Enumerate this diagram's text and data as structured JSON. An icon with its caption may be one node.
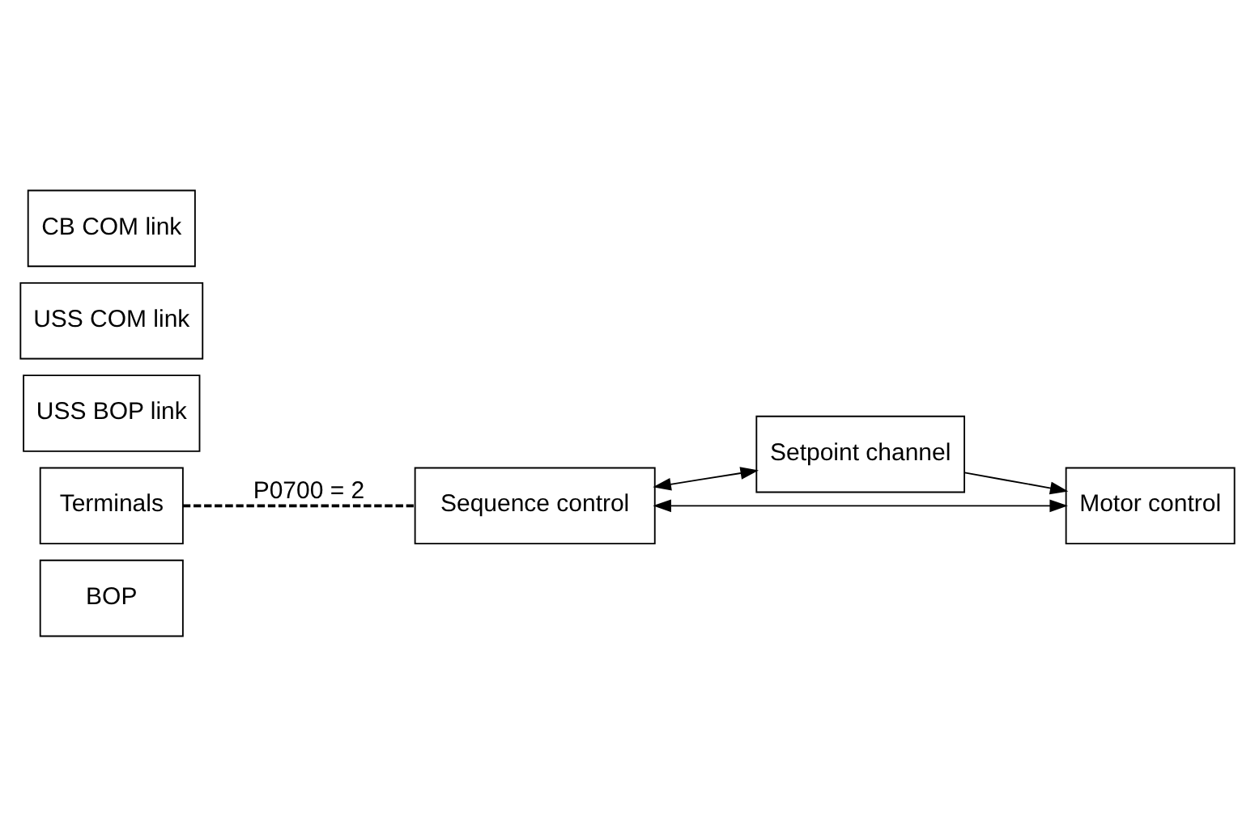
{
  "diagram": {
    "nodes": [
      {
        "text": [
          "BOP"
        ]
      },
      {
        "text": [
          "Terminals"
        ]
      },
      {
        "text": [
          "USS BOP link"
        ]
      },
      {
        "text": [
          "USS COM link"
        ]
      },
      {
        "text": [
          "CB COM link"
        ]
      },
      {
        "text": [
          "Sequence control"
        ]
      },
      {
        "text": [
          "Setpoint channel"
        ]
      },
      {
        "text": [
          "Motor control"
        ]
      }
    ],
    "edges": [
      {
        "from": 1,
        "to": 5,
        "arrow": "none",
        "style": "dashed",
        "label": "P0700 = 2"
      },
      {
        "from": 5,
        "to": 6,
        "arrow": "both"
      },
      {
        "from": 5,
        "to": 7,
        "arrow": "both"
      },
      {
        "from": 6,
        "to": 7,
        "arrow": "to"
      }
    ]
  }
}
